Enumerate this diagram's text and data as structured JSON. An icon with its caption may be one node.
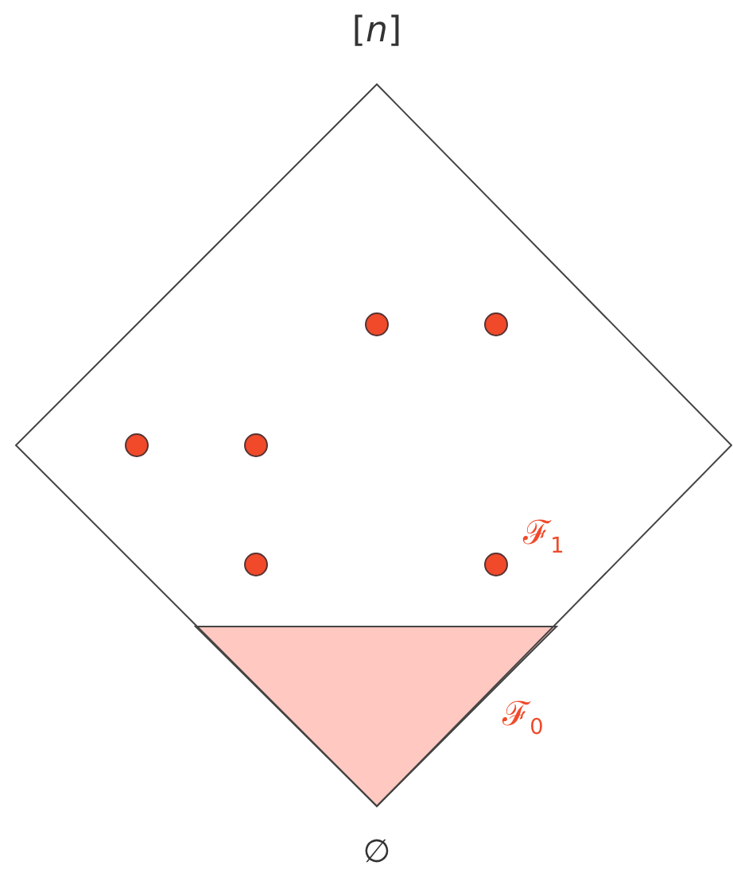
{
  "diagram": {
    "labels": [
      "[*n*]",
      "ℱ$_{1}$",
      "ℱ$_{0}$",
      "∅"
    ]
  }
}
